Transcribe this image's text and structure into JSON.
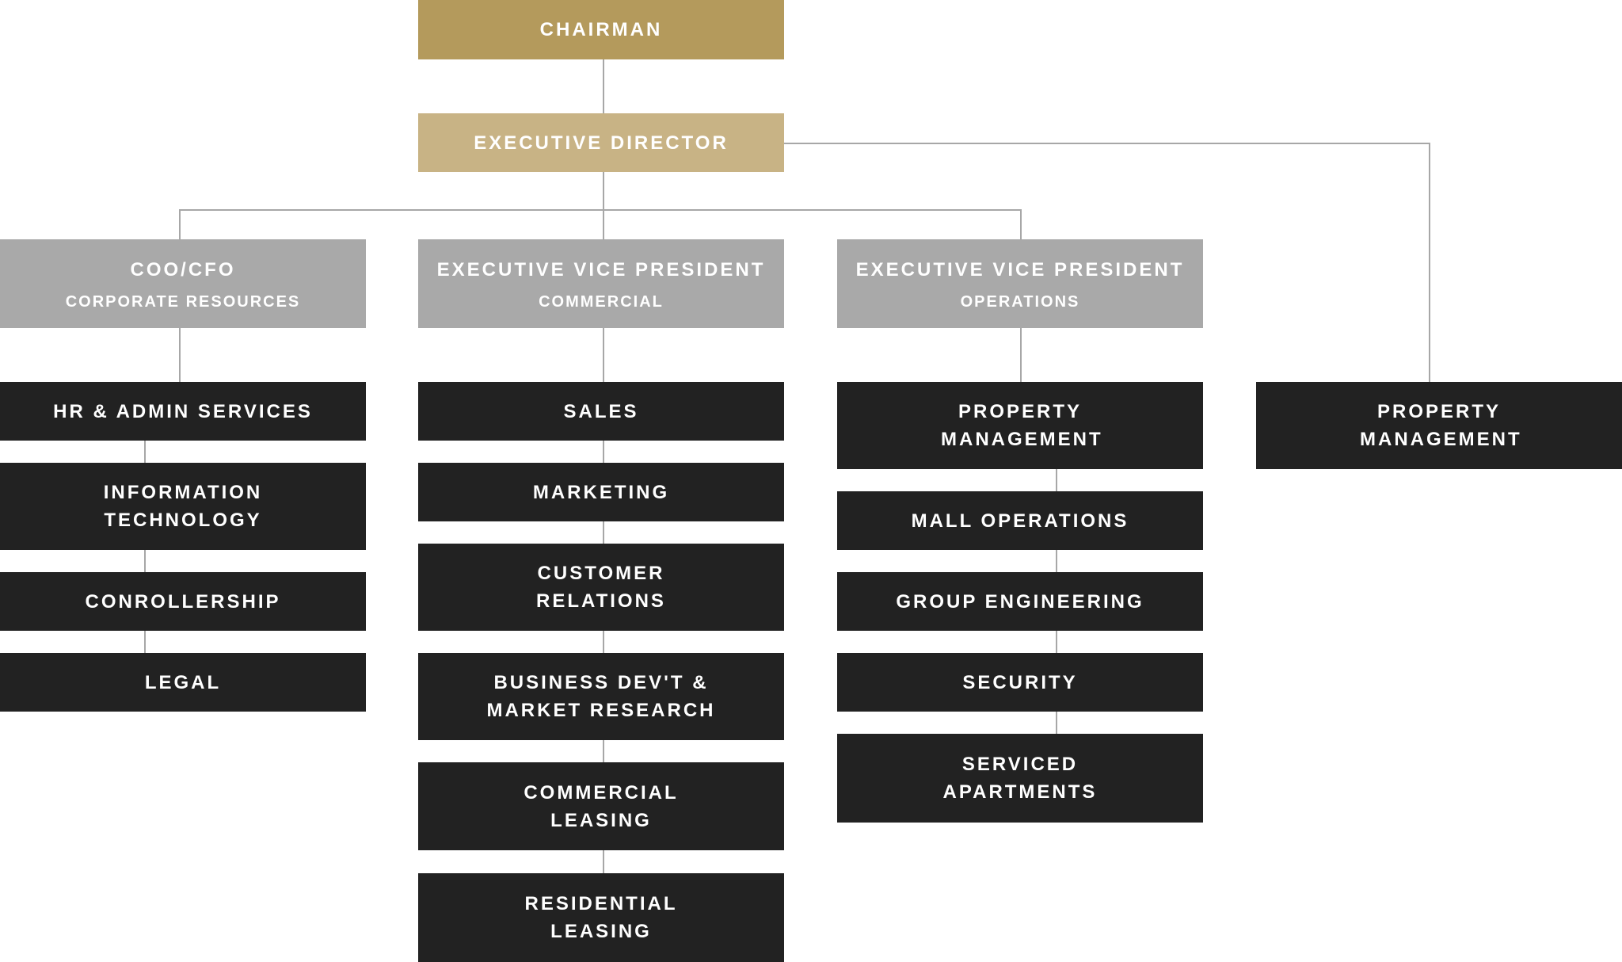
{
  "org_chart": {
    "chairman": {
      "title": "CHAIRMAN"
    },
    "executive_director": {
      "title": "EXECUTIVE DIRECTOR"
    },
    "divisions": [
      {
        "title": "COO/CFO",
        "subtitle": "CORPORATE RESOURCES",
        "departments": [
          "HR & ADMIN SERVICES",
          "INFORMATION TECHNOLOGY",
          "CONROLLERSHIP",
          "LEGAL"
        ]
      },
      {
        "title": "EXECUTIVE VICE PRESIDENT",
        "subtitle": "COMMERCIAL",
        "departments": [
          "SALES",
          "MARKETING",
          "CUSTOMER RELATIONS",
          "BUSINESS DEV'T & MARKET RESEARCH",
          "COMMERCIAL LEASING",
          "RESIDENTIAL LEASING"
        ]
      },
      {
        "title": "EXECUTIVE VICE PRESIDENT",
        "subtitle": "OPERATIONS",
        "departments": [
          "PROPERTY MANAGEMENT",
          "MALL OPERATIONS",
          "GROUP ENGINEERING",
          "SECURITY",
          "SERVICED APARTMENTS"
        ]
      }
    ],
    "direct_report": {
      "title": "PROPERTY MANAGEMENT"
    }
  },
  "colors": {
    "chairman": "#b49a5c",
    "executive_director": "#c8b385",
    "division_head": "#a9a9a9",
    "department": "#222222",
    "connector": "#a7a7a7",
    "text": "#ffffff"
  }
}
